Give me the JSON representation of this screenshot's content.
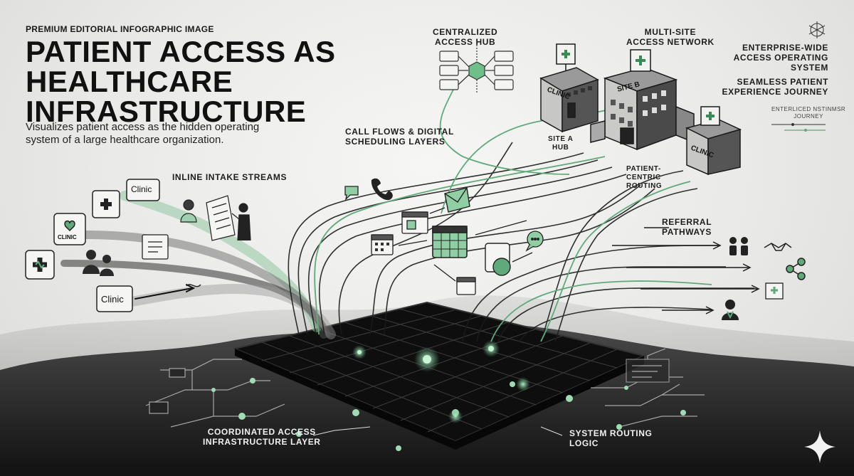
{
  "header": {
    "kicker": "PREMIUM EDITORIAL INFOGRAPHIC IMAGE",
    "title_line1": "PATIENT ACCESS AS",
    "title_line2": "HEALTHCARE",
    "title_line3": "INFRASTRUCTURE",
    "subtitle_line1": "Visualizes patient access as the hidden operating",
    "subtitle_line2": "system of a large healthcare organization."
  },
  "labels": {
    "centralized_hub_1": "CENTRALIZED",
    "centralized_hub_2": "ACCESS HUB",
    "multisite_1": "MULTI-SITE",
    "multisite_2": "ACCESS NETWORK",
    "enterprise_1": "ENTERPRISE-WIDE",
    "enterprise_2": "ACCESS OPERATING",
    "enterprise_3": "SYSTEM",
    "seamless_1": "SEAMLESS PATIENT",
    "seamless_2": "EXPERIENCE JOURNEY",
    "legend_1": "ENTERLICED NSTINMSR",
    "legend_2": "JOURNEY",
    "call_flows_1": "CALL FLOWS & DIGITAL",
    "call_flows_2": "SCHEDULING LAYERS",
    "site_a_1": "SITE A",
    "site_a_2": "HUB",
    "site_b": "SITE B",
    "patient_routing_1": "PATIENT-",
    "patient_routing_2": "CENTRIC",
    "patient_routing_3": "ROUTING",
    "inline_intake": "INLINE INTAKE STREAMS",
    "referral_1": "REFERRAL",
    "referral_2": "PATHWAYS",
    "coordinated_1": "COORDINATED ACCESS",
    "coordinated_2": "INFRASTRUCTURE LAYER",
    "system_routing_1": "SYSTEM ROUTING",
    "system_routing_2": "LOGIC"
  },
  "building_signs": {
    "clinic_left": "CLINIC",
    "clinic_right": "CLINIC"
  },
  "intake_icons": {
    "clinic_1": "Clinic",
    "clinic_2": "CLINIC",
    "clinic_3": "Clinic"
  },
  "colors": {
    "accent_green": "#5fa97a",
    "dark_grid": "#121212",
    "ink": "#1a1a1a",
    "ground": "#2a2a2a"
  },
  "icons": [
    "hexagon-logo-icon",
    "clinic-cross-icon",
    "heart-hands-icon",
    "medical-cross-icon",
    "family-icon",
    "presenter-icon",
    "clipboard-icon",
    "chat-bubble-icon",
    "phone-icon",
    "envelope-icon",
    "calendar-icon",
    "speech-bubble-icon",
    "mobile-device-icon",
    "people-icon",
    "handshake-icon",
    "share-network-icon",
    "hospital-icon",
    "doctor-icon",
    "sparkle-icon"
  ]
}
